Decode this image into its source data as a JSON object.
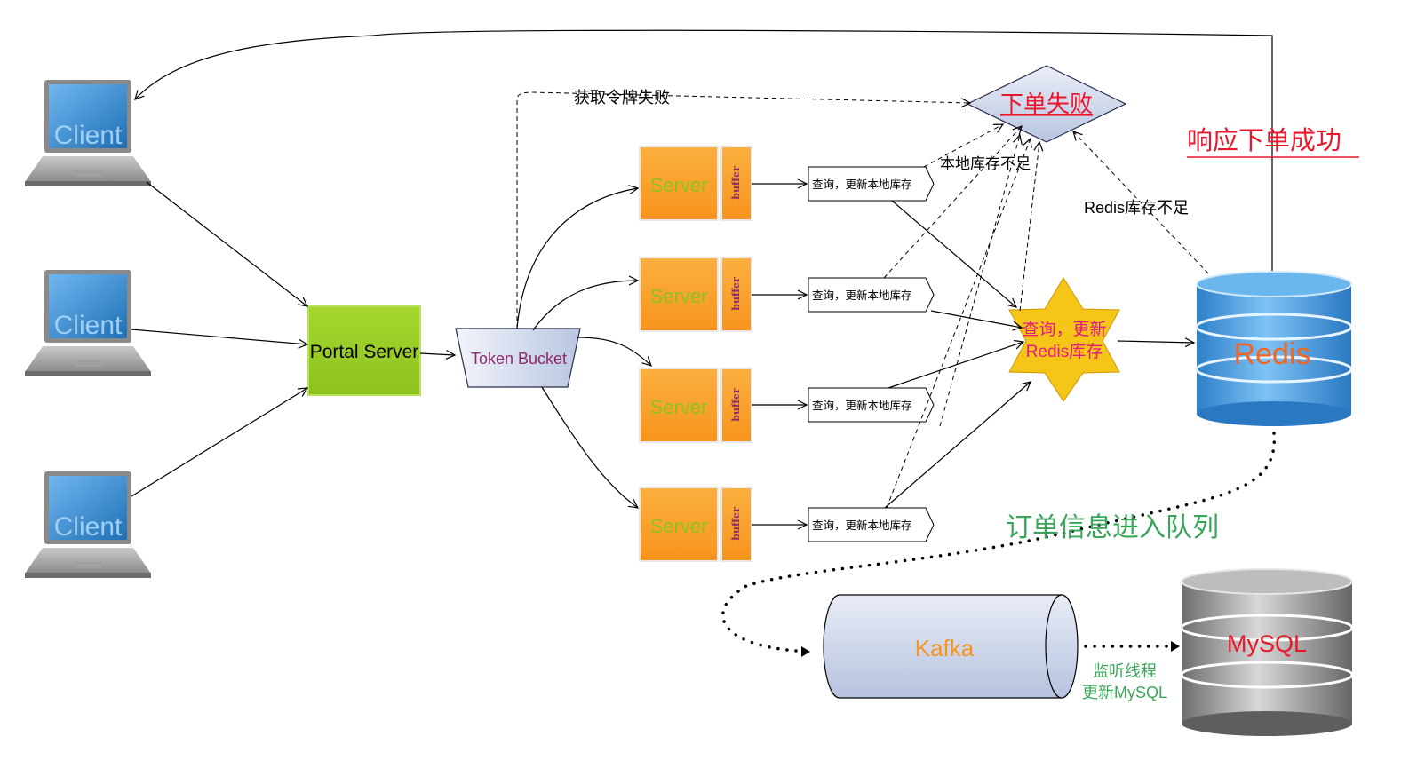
{
  "clients": [
    "Client",
    "Client",
    "Client"
  ],
  "portal_server": "Portal Server",
  "token_bucket": "Token Bucket",
  "servers": [
    {
      "label": "Server",
      "buffer": "buffer",
      "query": "查询，更新本地库存"
    },
    {
      "label": "Server",
      "buffer": "buffer",
      "query": "查询，更新本地库存"
    },
    {
      "label": "Server",
      "buffer": "buffer",
      "query": "查询，更新本地库存"
    },
    {
      "label": "Server",
      "buffer": "buffer",
      "query": "查询，更新本地库存"
    }
  ],
  "redis_query_line1": "查询，更新",
  "redis_query_line2": "Redis库存",
  "redis": "Redis",
  "order_fail": "下单失败",
  "token_fail": "获取令牌失败",
  "local_stock_short": "本地库存不足",
  "redis_stock_short": "Redis库存不足",
  "order_success": "响应下单成功",
  "queue_label": "订单信息进入队列",
  "kafka": "Kafka",
  "listener_line1": "监听线程",
  "listener_line2": "更新MySQL",
  "mysql": "MySQL",
  "colors": {
    "server_orange": "#f7941d",
    "server_text": "#8dc21f",
    "portal_green": "#8dc21f",
    "redis_blue": "#3a8fd6",
    "redis_text": "#f26522",
    "fail_red": "#e8182c",
    "queue_green": "#3aa65a",
    "star_yellow": "#f5c518",
    "star_text": "#e5197f",
    "token_text": "#8b2a6b"
  }
}
